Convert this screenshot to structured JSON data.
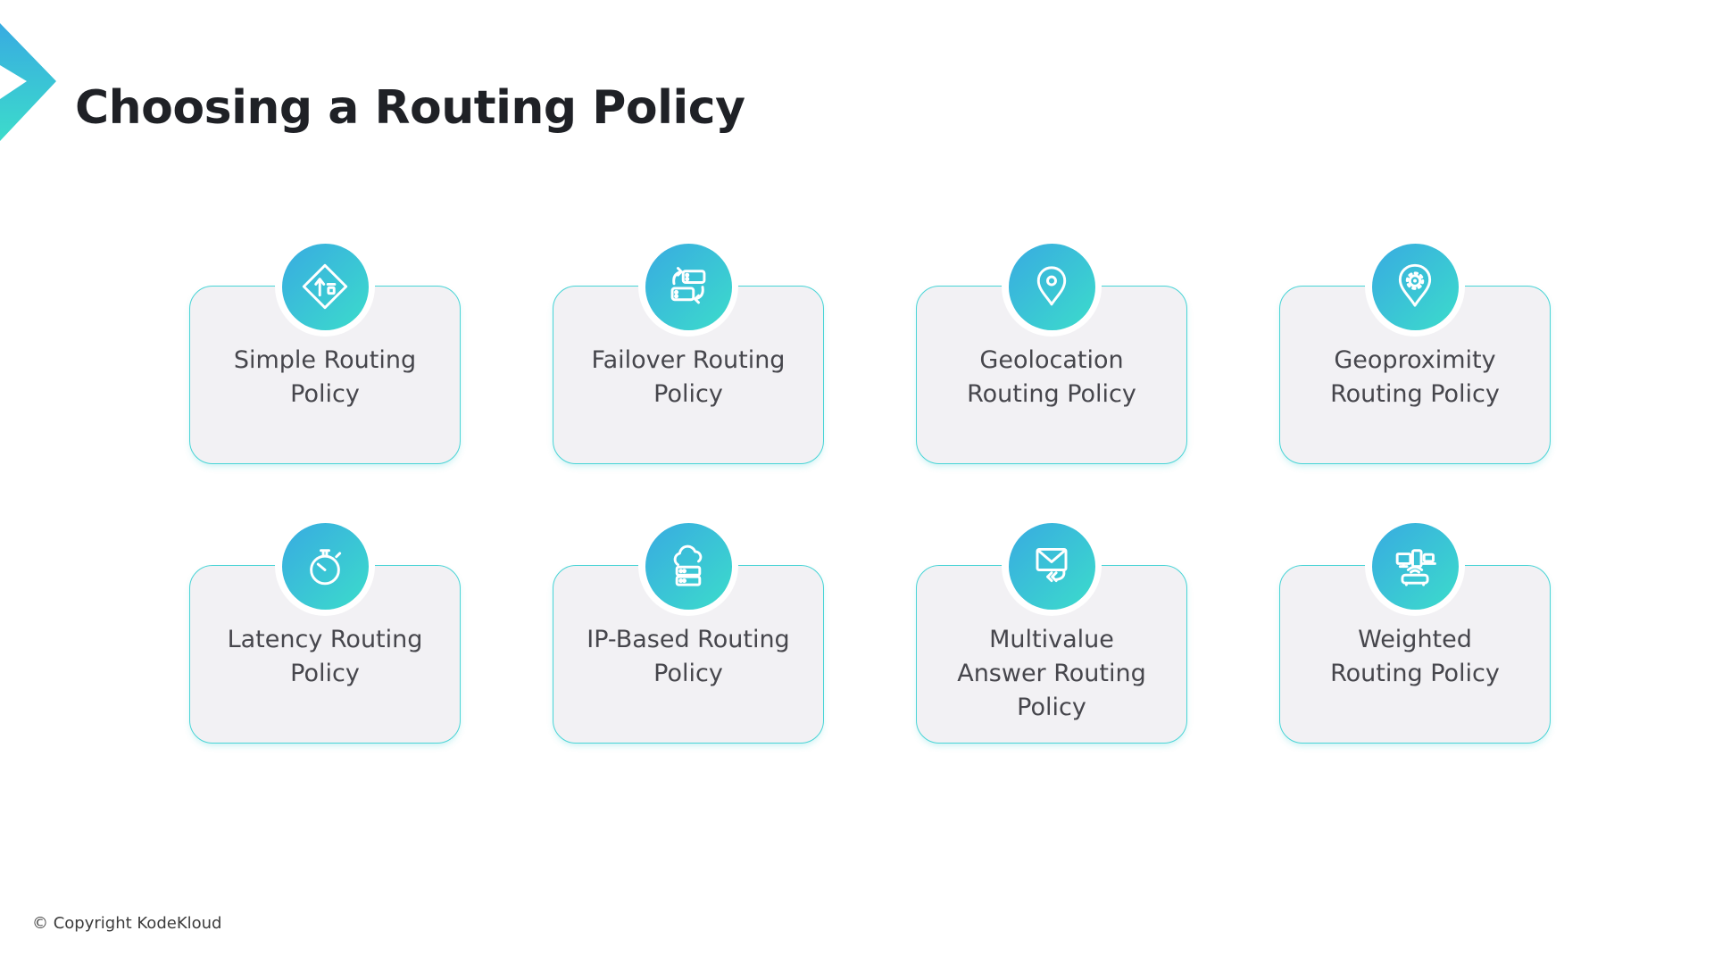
{
  "slide": {
    "title": "Choosing a Routing Policy",
    "copyright": "© Copyright KodeKloud"
  },
  "colors": {
    "accent_blue": "#38abe1",
    "accent_teal": "#3cdccb",
    "card_bg": "#f2f1f4",
    "card_border": "#49d4d6",
    "title_text": "#1f2126",
    "card_text": "#46464c",
    "copyright_text": "#3c3c3c"
  },
  "cards": [
    {
      "id": "simple",
      "icon": "route-sign-icon",
      "label": "Simple Routing\nPolicy"
    },
    {
      "id": "failover",
      "icon": "failover-servers-icon",
      "label": "Failover Routing\nPolicy"
    },
    {
      "id": "geolocation",
      "icon": "location-pin-icon",
      "label": "Geolocation\nRouting Policy"
    },
    {
      "id": "geoproximity",
      "icon": "pin-gear-icon",
      "label": "Geoproximity\nRouting Policy"
    },
    {
      "id": "latency",
      "icon": "stopwatch-icon",
      "label": "Latency Routing\nPolicy"
    },
    {
      "id": "ip-based",
      "icon": "cloud-server-icon",
      "label": "IP-Based Routing\nPolicy"
    },
    {
      "id": "multivalue",
      "icon": "envelope-return-icon",
      "label": "Multivalue\nAnswer Routing\nPolicy"
    },
    {
      "id": "weighted",
      "icon": "devices-network-icon",
      "label": "Weighted\nRouting Policy"
    }
  ]
}
